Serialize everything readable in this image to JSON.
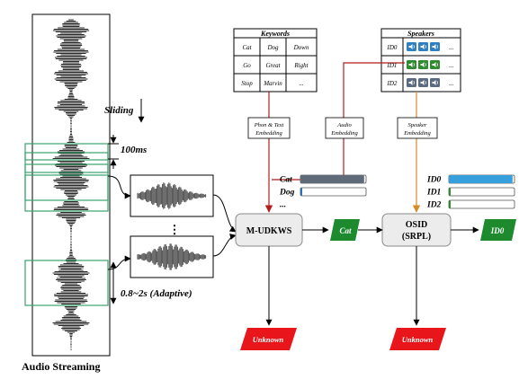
{
  "audio": {
    "caption": "Audio Streaming",
    "sliding_label": "Sliding",
    "hop_label": "100ms",
    "window_label": "0.8~2s (Adaptive)",
    "ellipsis": "⋮"
  },
  "keywords": {
    "title": "Keywords",
    "rows": [
      [
        "Cat",
        "Dog",
        "Down"
      ],
      [
        "Go",
        "Great",
        "Right"
      ],
      [
        "Stop",
        "Marvin",
        "..."
      ]
    ]
  },
  "speakers": {
    "title": "Speakers",
    "rows": [
      {
        "id": "ID0",
        "more": "...",
        "color": "#2f7fc1"
      },
      {
        "id": "ID1",
        "more": "...",
        "color": "#2e8b2e"
      },
      {
        "id": "ID2",
        "more": "...",
        "color": "#5a6a80"
      }
    ],
    "speaker_icon": "speaker-volume-icon"
  },
  "embeddings": {
    "phon_text": [
      "Phon & Text",
      "Embedding"
    ],
    "audio": [
      "Audio",
      "Embedding"
    ],
    "speaker": [
      "Speaker",
      "Embedding"
    ]
  },
  "kws": {
    "label": "M-UDKWS",
    "output": "Cat",
    "reject": "Unknown",
    "scores": [
      {
        "label": "Cat",
        "value": 0.97,
        "color": "#5f6b78"
      },
      {
        "label": "Dog",
        "value": 0.02,
        "color": "#2a6fb0"
      },
      {
        "label": "...",
        "value": null,
        "color": null
      }
    ]
  },
  "osid": {
    "label_line1": "OSID",
    "label_line2": "(SRPL)",
    "output": "ID0",
    "reject": "Unknown",
    "scores": [
      {
        "label": "ID0",
        "value": 0.97,
        "color": "#35a0dc"
      },
      {
        "label": "ID1",
        "value": 0.02,
        "color": "#2e8b2e"
      },
      {
        "label": "ID2",
        "value": 0.0,
        "color": "#2e8b2e"
      }
    ]
  },
  "colors": {
    "window": "#3aa36d",
    "red_line": "#b51c1c",
    "orange_line": "#d98a25",
    "green_tag": "#1e8a2e",
    "red_tag": "#e8151b",
    "node_fill": "#ececec",
    "node_stroke": "#8a8a8a"
  }
}
